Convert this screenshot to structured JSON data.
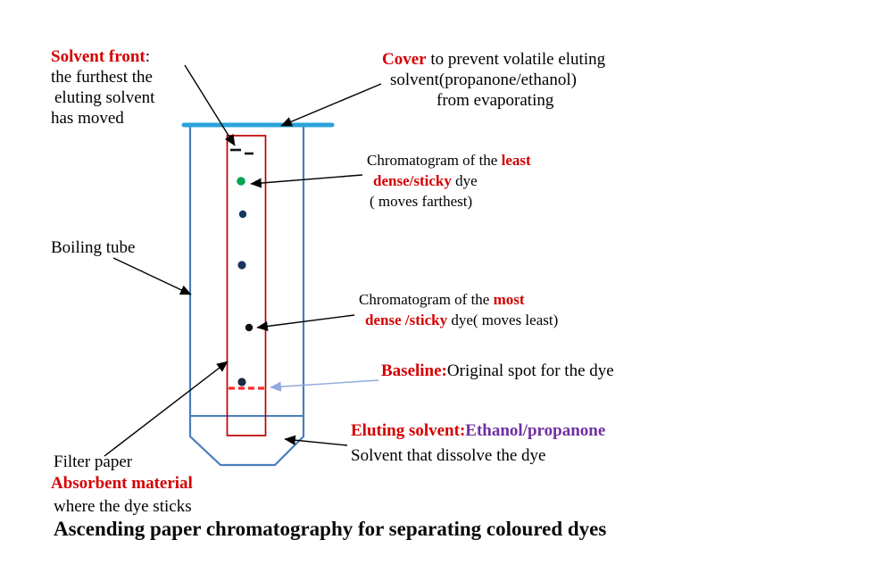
{
  "diagram": {
    "title": "Ascending paper  chromatography for separating coloured dyes",
    "labels": {
      "solvent_front": {
        "term": "Solvent front",
        "colon": ":",
        "line2": "the furthest the",
        "line3": "eluting solvent",
        "line4": "has moved"
      },
      "cover": {
        "term": "Cover",
        "rest": " to prevent volatile eluting",
        "line2": "solvent(propanone/ethanol)",
        "line3": "from evaporating"
      },
      "least_dye": {
        "line1_pre": "Chromatogram of the ",
        "line1_term": "least",
        "line2_term": "dense/sticky",
        "line2_rest": " dye",
        "line3": "( moves farthest)"
      },
      "boiling_tube": "Boiling tube",
      "most_dye": {
        "line1_pre": "Chromatogram of the ",
        "line1_term": "most",
        "line2_term": "dense /sticky",
        "line2_rest": " dye( moves least)"
      },
      "baseline": {
        "term": "Baseline:",
        "rest": "Original spot for the dye"
      },
      "eluting_solvent": {
        "term": "Eluting solvent:",
        "value": "Ethanol/propanone",
        "line2": "Solvent that dissolve the dye"
      },
      "filter_paper": "Filter paper",
      "absorbent_material": {
        "term": "Absorbent material",
        "line2": "where the dye sticks"
      }
    },
    "colors": {
      "emphasis_red": "#d40000",
      "solvent_purple": "#7030a0",
      "tube_blue": "#4a7ebb",
      "cover_blue": "#2ba3db",
      "paper_red": "#c00000",
      "baseline_red": "#ff2a2a",
      "baseline_arrow_blue": "#8ea9db",
      "spot_green": "#00a651",
      "spot_navy": "#17375e",
      "spot_black": "#111111"
    },
    "spots": [
      {
        "name": "solvent-front-mark",
        "color": "#111111"
      },
      {
        "name": "least-dense-dye-spot",
        "color": "#00a651"
      },
      {
        "name": "dye-spot-middle-1",
        "color": "#17375e"
      },
      {
        "name": "dye-spot-middle-2",
        "color": "#17375e"
      },
      {
        "name": "most-dense-dye-spot",
        "color": "#111111"
      },
      {
        "name": "baseline-original-spot",
        "color": "#1a2a44"
      }
    ]
  }
}
